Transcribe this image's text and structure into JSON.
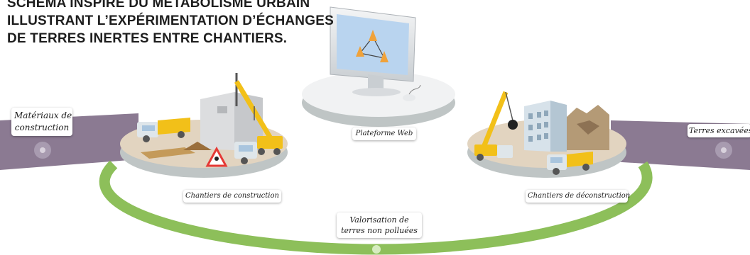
{
  "title_lines": [
    "SCHÉMA INSPIRÉ DU MÉTABOLISME URBAIN",
    "ILLUSTRANT L’EXPÉRIMENTATION D’ÉCHANGES",
    "DE TERRES INERTES ENTRE CHANTIERS."
  ],
  "labels": {
    "materials_line1": "Matériaux de",
    "materials_line2": "construction",
    "web_platform": "Plateforme Web",
    "construction_sites": "Chantiers de construction",
    "deconstruction_sites": "Chantiers de déconstruction",
    "excavated_soil": "Terres excavées",
    "valorisation_line1": "Valorisation de",
    "valorisation_line2": "terres non polluées"
  },
  "colors": {
    "purple_flow": "#8b7a92",
    "green_flow": "#8dbf5a",
    "platform_top": "#e2d4c0",
    "platform_edge": "#bfc5c5",
    "monitor_screen": "#b9d4ef",
    "cone": "#f0a23a",
    "crane": "#f2c019"
  }
}
